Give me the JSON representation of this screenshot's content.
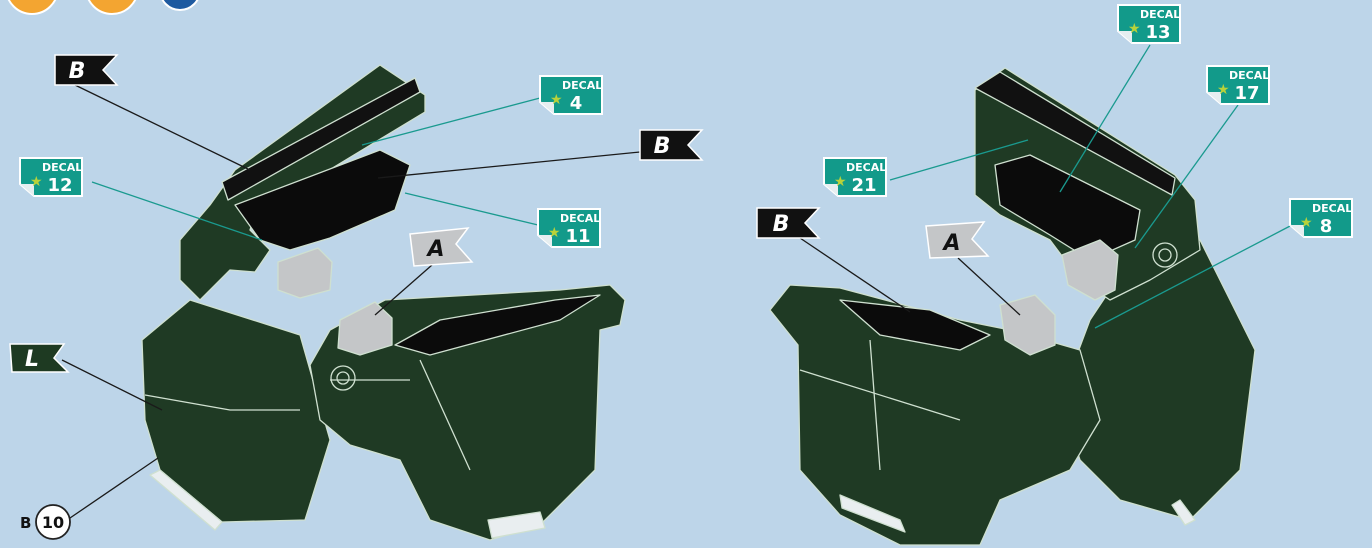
{
  "colors": {
    "background": "#bdd5e9",
    "part_green": "#1f3a24",
    "part_outline": "#cfe0d0",
    "flag_black": "#111111",
    "flag_grey": "#c4c6c8",
    "flag_green": "#1e3a22",
    "decal_teal": "#129a8a",
    "decal_star": "#b8d23a",
    "leader_teal": "#1a9a8f",
    "leader_black": "#1a1a1a"
  },
  "decals": [
    {
      "word": "DECAL",
      "num": "4"
    },
    {
      "word": "DECAL",
      "num": "12"
    },
    {
      "word": "DECAL",
      "num": "11"
    },
    {
      "word": "DECAL",
      "num": "13"
    },
    {
      "word": "DECAL",
      "num": "17"
    },
    {
      "word": "DECAL",
      "num": "21"
    },
    {
      "word": "DECAL",
      "num": "8"
    }
  ],
  "flags": [
    {
      "letter": "B",
      "style": "black"
    },
    {
      "letter": "B",
      "style": "black"
    },
    {
      "letter": "A",
      "style": "grey"
    },
    {
      "letter": "L",
      "style": "green"
    },
    {
      "letter": "B",
      "style": "black"
    },
    {
      "letter": "A",
      "style": "grey"
    }
  ],
  "callout": {
    "prefix": "B",
    "num": "10"
  }
}
